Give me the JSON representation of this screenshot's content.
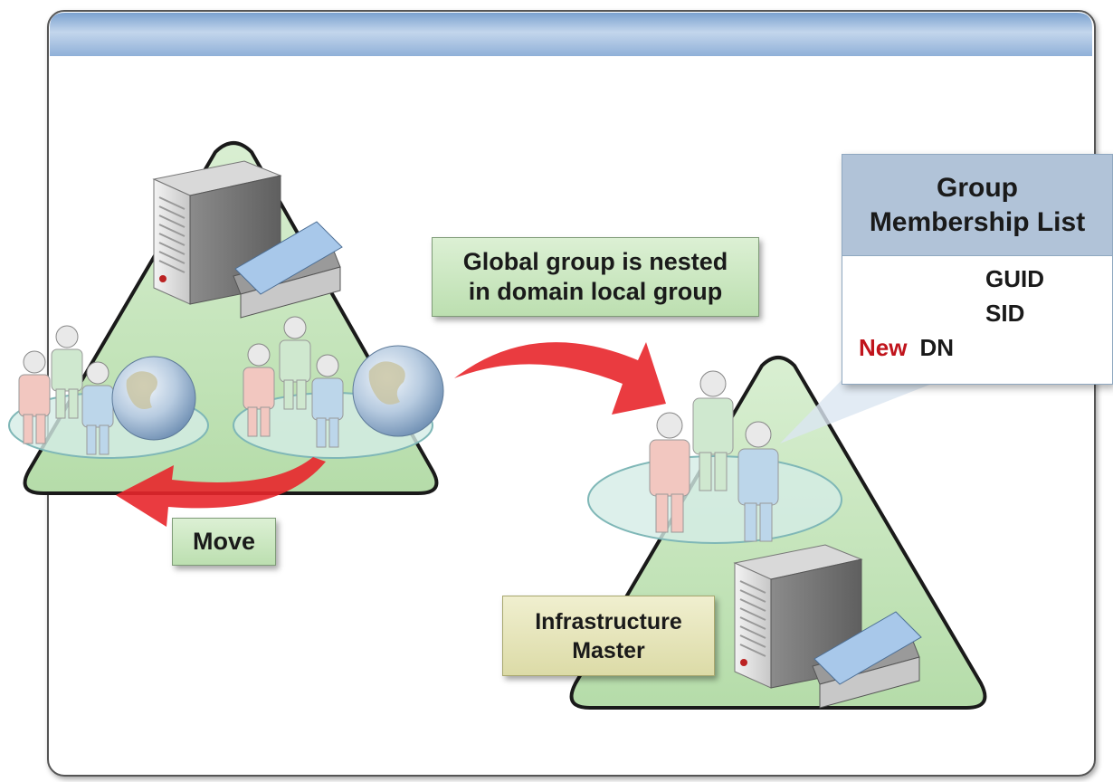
{
  "callouts": {
    "nested": {
      "line1": "Global group is nested",
      "line2": "in domain local group"
    },
    "move": "Move",
    "infrastructure": {
      "line1": "Infrastructure",
      "line2": "Master"
    }
  },
  "membership_panel": {
    "title_line1": "Group",
    "title_line2": "Membership List",
    "entries": [
      "GUID",
      "SID"
    ],
    "new_tag": "New",
    "new_entry": "DN"
  },
  "colors": {
    "header_bar": "#a3bedc",
    "domain_triangle": "#bfe3b5",
    "arrow": "#e8262b",
    "new_tag": "#c0141c",
    "panel_header": "#b1c3d8"
  }
}
